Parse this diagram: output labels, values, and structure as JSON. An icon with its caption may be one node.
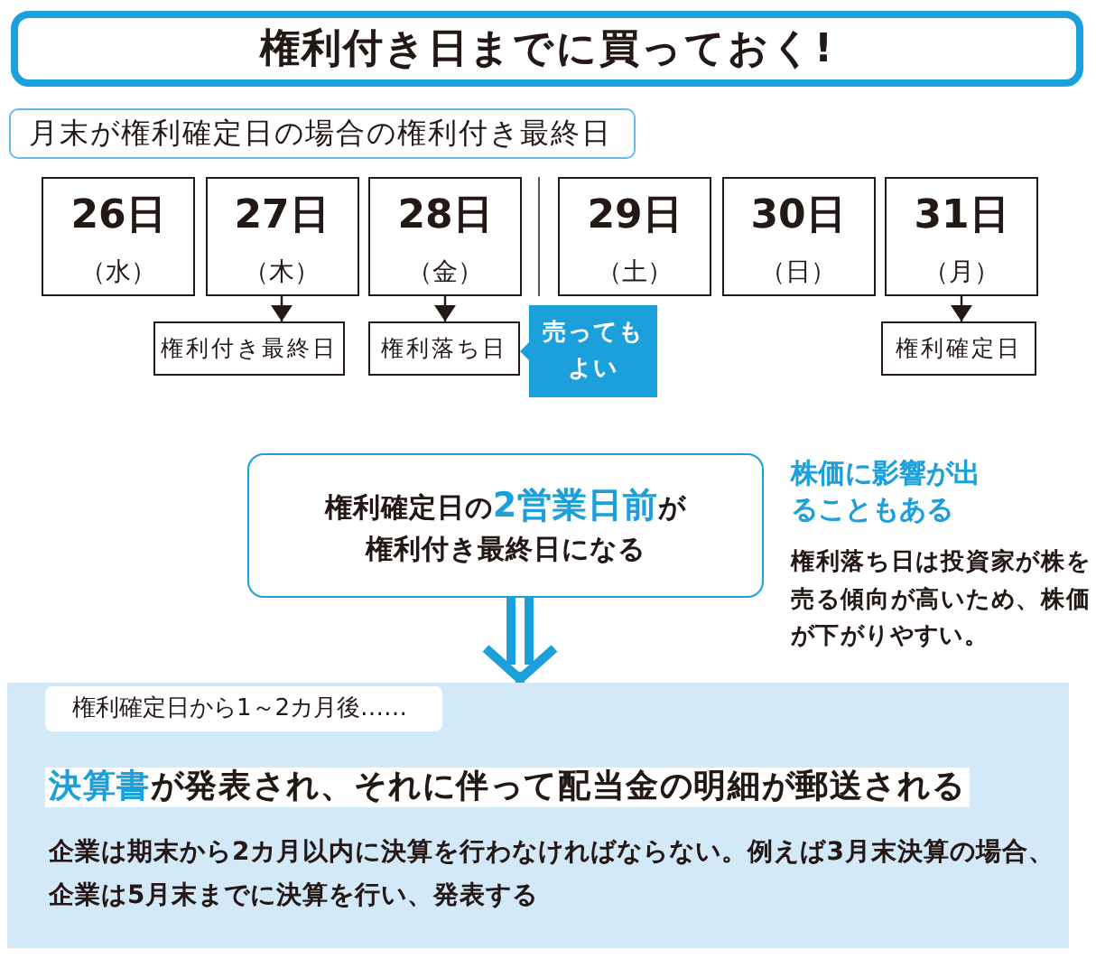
{
  "diagram": {
    "title": "権利付き日までに買っておく!",
    "nodes": [
      {
        "text": [
          "月末が権利確定日の場合の権利付き最終日"
        ]
      },
      {
        "text": [
          "26日",
          "（水）"
        ]
      },
      {
        "text": [
          "27日",
          "（木）"
        ]
      },
      {
        "text": [
          "28日",
          "（金）"
        ]
      },
      {
        "text": [
          "29日",
          "（土）"
        ]
      },
      {
        "text": [
          "30日",
          "（日）"
        ]
      },
      {
        "text": [
          "31日",
          "（月）"
        ]
      },
      {
        "text": [
          "権利付き最終日"
        ]
      },
      {
        "text": [
          "権利落ち日"
        ]
      },
      {
        "text": [
          "売ってもよい"
        ]
      },
      {
        "text": [
          "権利確定日"
        ]
      },
      {
        "text": [
          "権利確定日の**2営業日前**が権利付き最終日になる"
        ]
      },
      {
        "text": [
          "企業は期末から2カ月以内に決算を行わなければならない。例えば3月末決算の場合、企業は5月末までに決算を行い、発表する"
        ]
      },
      {
        "text": [
          "権利確定日から1～2カ月後……"
        ],
        "in": 12
      },
      {
        "text": [
          "**決算書**が発表され、それに伴って配当金の明細が郵送される"
        ],
        "in": 12
      }
    ],
    "edges": [
      {
        "from": 2,
        "to": 7,
        "arrow": "to"
      },
      {
        "from": 3,
        "to": 8,
        "arrow": "to"
      },
      {
        "from": 6,
        "to": 10,
        "arrow": "to"
      },
      {
        "from": 11,
        "to": 12,
        "arrow": "to",
        "style": "thick",
        "color": "#1ca0dc"
      }
    ],
    "labels": [
      "株価に影響が出ることもある",
      "権利落ち日は投資家が株を売る傾向が高いため、株価が下がりやすい。"
    ]
  }
}
